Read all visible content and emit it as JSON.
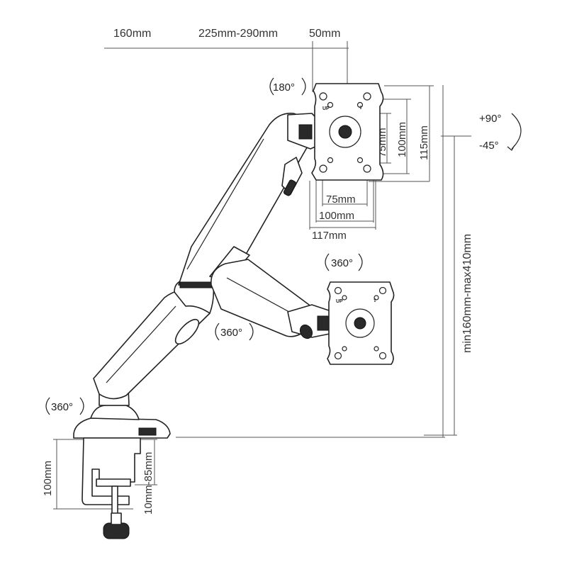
{
  "dimensions": {
    "top_left": "160mm",
    "top_mid": "225mm-290mm",
    "top_right": "50mm",
    "height_range": "min160mm-max410mm",
    "vesa_h_75": "75mm",
    "vesa_h_100": "100mm",
    "vesa_h_117": "117mm",
    "vesa_v_75": "75mm",
    "vesa_v_100": "100mm",
    "vesa_v_115": "115mm",
    "clamp_height": "100mm",
    "clamp_range": "10mm-85mm"
  },
  "rotations": {
    "plate_rotate": "180°",
    "head_swivel": "360°",
    "elbow_swivel": "360°",
    "base_swivel": "360°",
    "tilt_up": "+90°",
    "tilt_down": "-45°"
  },
  "plate_marks": {
    "up_label": "UP",
    "up_arrow": "⇧"
  }
}
